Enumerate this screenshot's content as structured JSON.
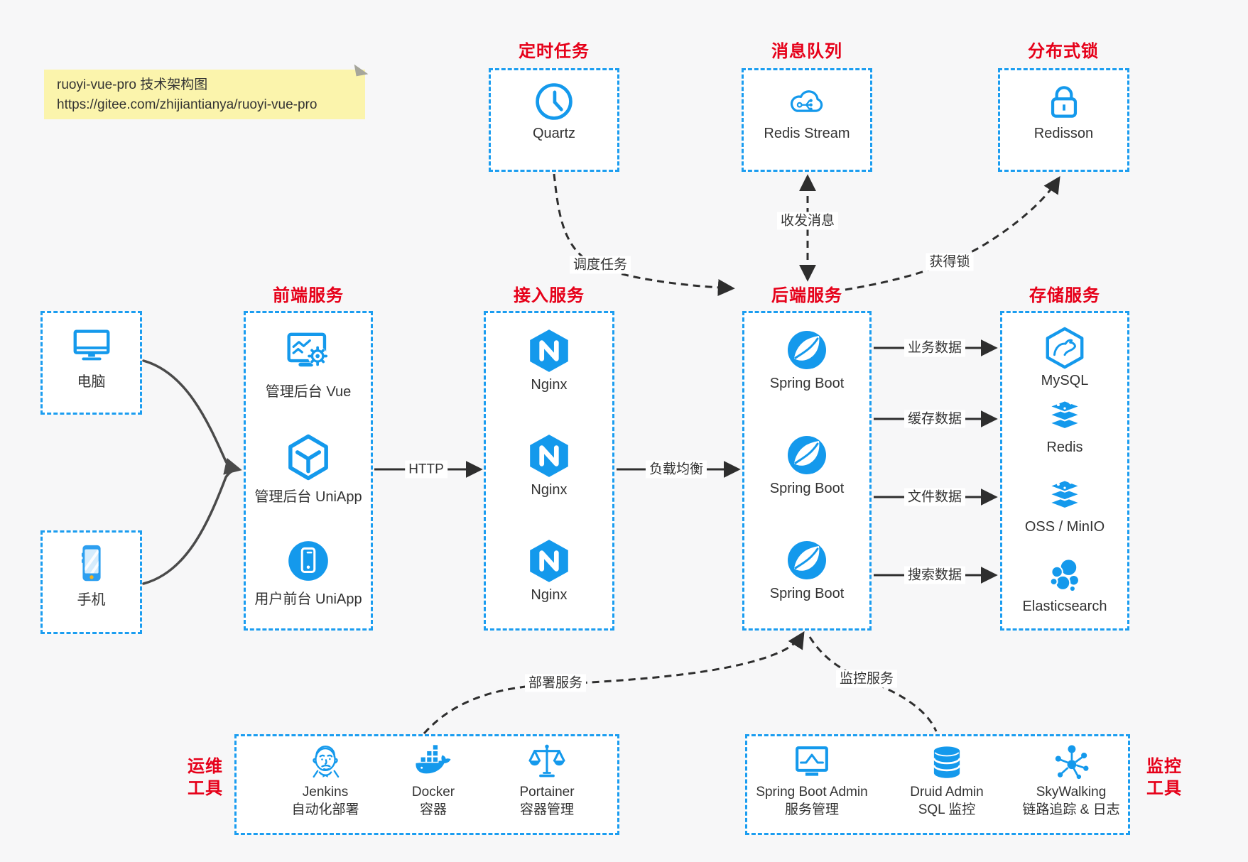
{
  "note": {
    "line1": "ruoyi-vue-pro 技术架构图",
    "line2": "https://gitee.com/zhijiantianya/ruoyi-vue-pro"
  },
  "top": [
    {
      "title": "定时任务",
      "label": "Quartz",
      "icon": "clock-icon"
    },
    {
      "title": "消息队列",
      "label": "Redis Stream",
      "icon": "cloud-mq-icon"
    },
    {
      "title": "分布式锁",
      "label": "Redisson",
      "icon": "lock-icon"
    }
  ],
  "clients": [
    {
      "label": "电脑",
      "icon": "desktop-icon"
    },
    {
      "label": "手机",
      "icon": "phone-icon"
    }
  ],
  "columns": [
    {
      "title": "前端服务",
      "items": [
        {
          "label": "管理后台 Vue"
        },
        {
          "label": "管理后台 UniApp"
        },
        {
          "label": "用户前台 UniApp"
        }
      ]
    },
    {
      "title": "接入服务",
      "items": [
        {
          "label": "Nginx"
        },
        {
          "label": "Nginx"
        },
        {
          "label": "Nginx"
        }
      ]
    },
    {
      "title": "后端服务",
      "items": [
        {
          "label": "Spring Boot"
        },
        {
          "label": "Spring Boot"
        },
        {
          "label": "Spring Boot"
        }
      ]
    },
    {
      "title": "存储服务",
      "items": [
        {
          "label": "MySQL"
        },
        {
          "label": "Redis"
        },
        {
          "label": "OSS / MinIO"
        },
        {
          "label": "Elasticsearch"
        }
      ]
    }
  ],
  "edges": {
    "http": "HTTP",
    "load_balance": "负载均衡",
    "business_data": "业务数据",
    "cache_data": "缓存数据",
    "file_data": "文件数据",
    "search_data": "搜索数据",
    "schedule_task": "调度任务",
    "send_receive_message": "收发消息",
    "acquire_lock": "获得锁",
    "deploy_service": "部署服务",
    "monitor_service": "监控服务"
  },
  "ops": {
    "title_line1": "运维",
    "title_line2": "工具",
    "items": [
      {
        "name": "Jenkins",
        "desc": "自动化部署"
      },
      {
        "name": "Docker",
        "desc": "容器"
      },
      {
        "name": "Portainer",
        "desc": "容器管理"
      }
    ]
  },
  "monitor": {
    "title_line1": "监控",
    "title_line2": "工具",
    "items": [
      {
        "name": "Spring Boot Admin",
        "desc": "服务管理"
      },
      {
        "name": "Druid Admin",
        "desc": "SQL 监控"
      },
      {
        "name": "SkyWalking",
        "desc": "链路追踪 & 日志"
      }
    ]
  },
  "colors": {
    "accent_blue": "#1499ec",
    "border_blue": "#1b9df0",
    "title_red": "#e60019",
    "line_dark": "#2e2e2e",
    "note_bg": "#fbf4ac"
  }
}
